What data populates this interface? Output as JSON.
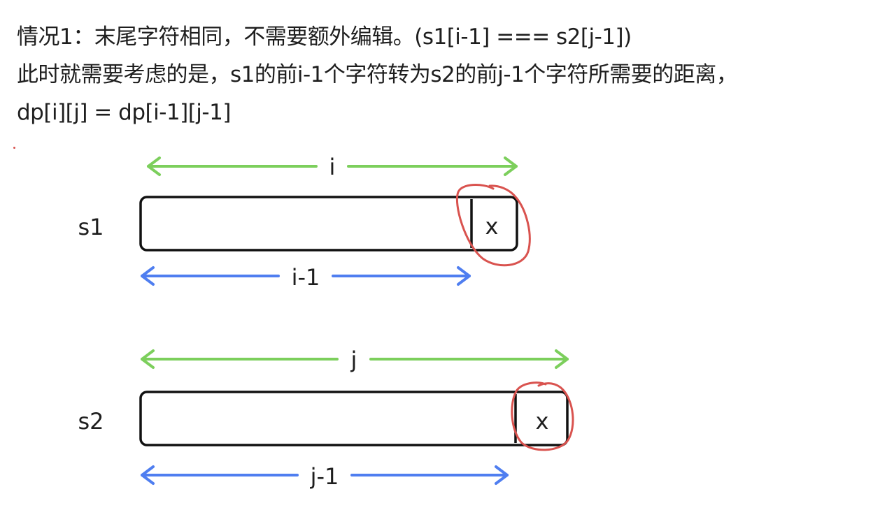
{
  "text": {
    "line1": "情况1：末尾字符相同，不需要额外编辑。(s1[i-1] === s2[j-1])",
    "line2": "此时就需要考虑的是，s1的前i-1个字符转为s2的前j-1个字符所需要的距离，",
    "line3": "dp[i][j] = dp[i-1][j-1]"
  },
  "diagram": {
    "s1": {
      "label": "s1",
      "cell": "x",
      "top_arrow_label": "i",
      "bottom_arrow_label": "i-1"
    },
    "s2": {
      "label": "s2",
      "cell": "x",
      "top_arrow_label": "j",
      "bottom_arrow_label": "j-1"
    }
  },
  "colors": {
    "green_arrow": "#7ccf5c",
    "blue_arrow": "#4f7ef0",
    "highlight": "#d9534f",
    "box_stroke": "#111111"
  }
}
